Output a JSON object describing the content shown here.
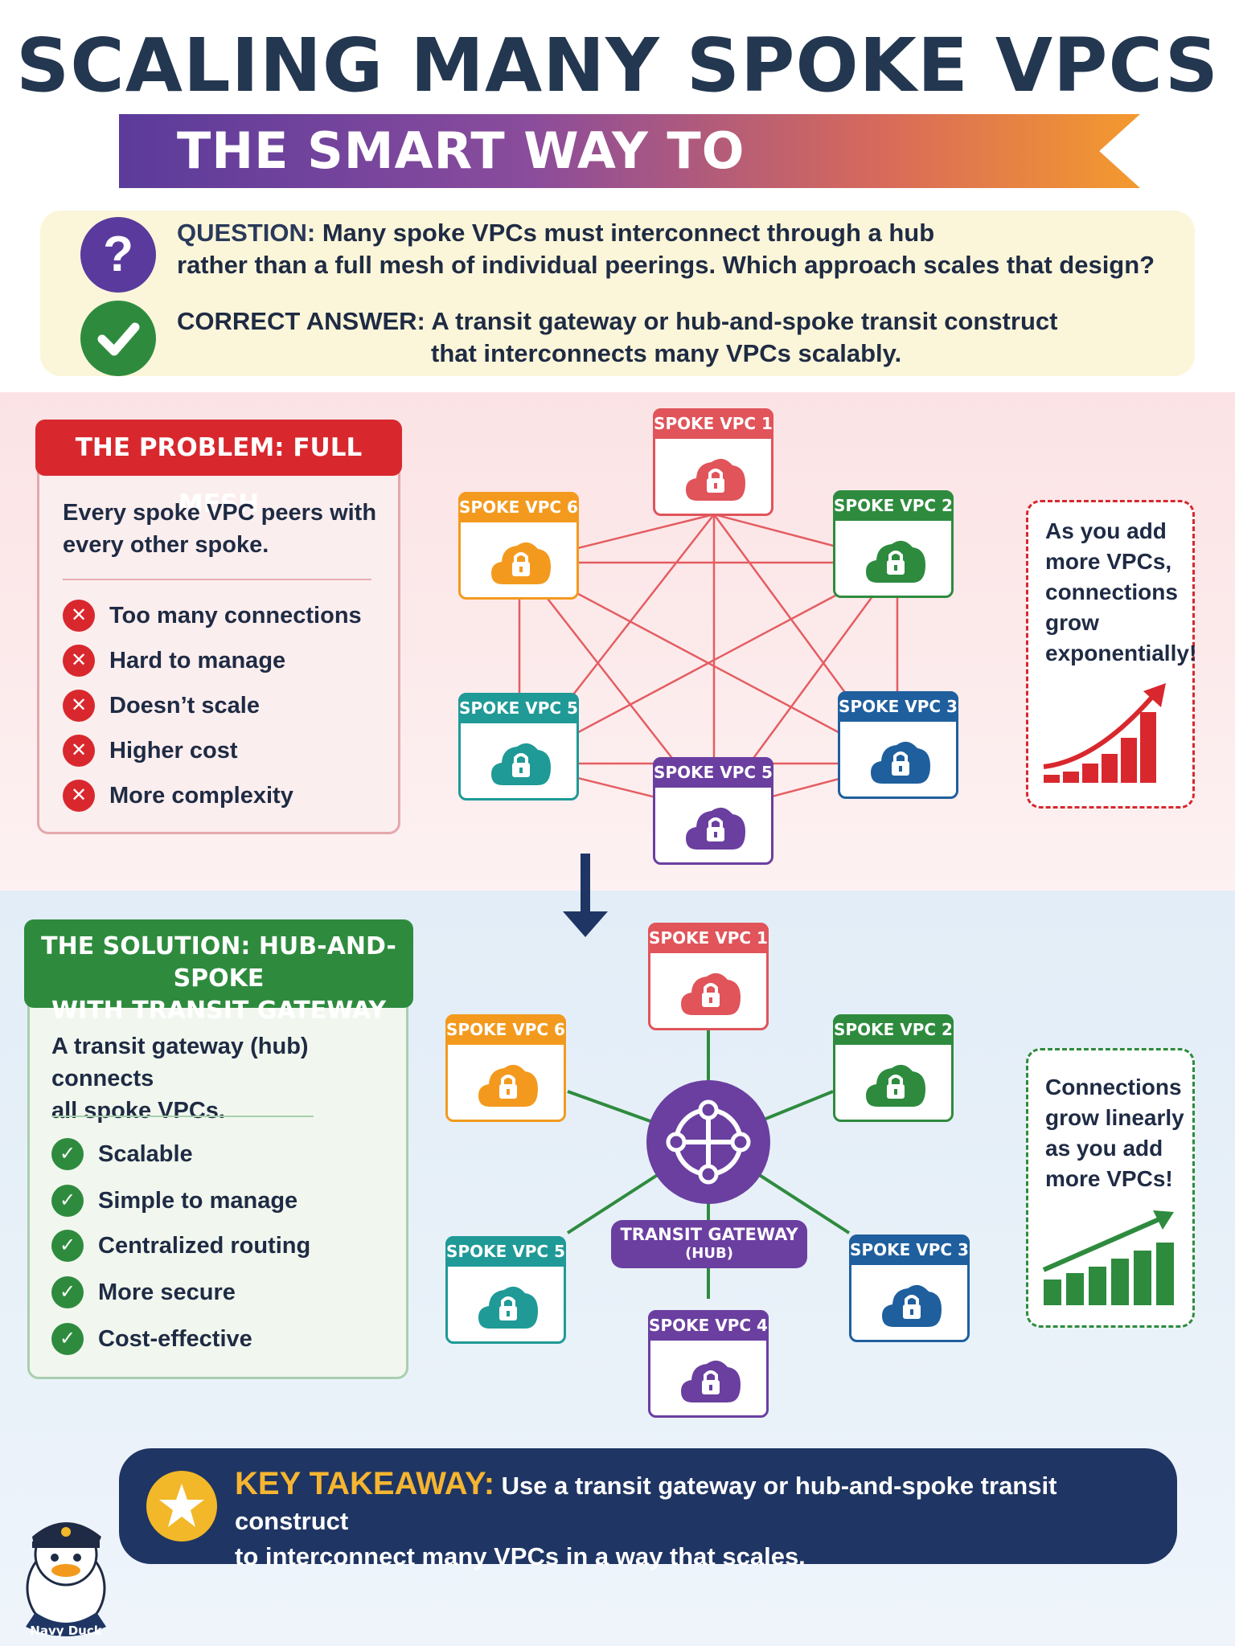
{
  "header": {
    "title": "SCALING MANY SPOKE VPCS",
    "subtitle": "THE SMART WAY TO INTERCONNECT"
  },
  "question": {
    "label": "QUESTION:",
    "line1": "Many spoke VPCs must interconnect through a hub",
    "line2": "rather than a full mesh of individual peerings. Which approach scales that design?",
    "icon": "question-mark-icon"
  },
  "answer": {
    "label": "CORRECT ANSWER:",
    "line1": "A transit gateway or hub-and-spoke transit construct",
    "line2": "that interconnects many VPCs scalably.",
    "icon": "checkmark-icon"
  },
  "problem": {
    "tag": "THE PROBLEM: FULL MESH",
    "intro_line1": "Every spoke VPC peers with",
    "intro_line2": "every other spoke.",
    "items": [
      "Too many connections",
      "Hard to manage",
      "Doesn’t scale",
      "Higher cost",
      "More complexity"
    ],
    "note": [
      "As you add",
      "more VPCs,",
      "connections",
      "grow",
      "exponentially!"
    ],
    "vpcs": [
      "SPOKE VPC 1",
      "SPOKE VPC 2",
      "SPOKE VPC 3",
      "SPOKE VPC 5",
      "SPOKE VPC 5",
      "SPOKE VPC 6"
    ]
  },
  "solution": {
    "tag_line1": "THE SOLUTION: HUB-AND-SPOKE",
    "tag_line2": "WITH TRANSIT GATEWAY",
    "intro_line1": "A transit gateway (hub) connects",
    "intro_line2": "all spoke VPCs.",
    "items": [
      "Scalable",
      "Simple to manage",
      "Centralized routing",
      "More secure",
      "Cost-effective"
    ],
    "note": [
      "Connections",
      "grow linearly",
      "as you add",
      "more VPCs!"
    ],
    "hub_line1": "TRANSIT GATEWAY",
    "hub_line2": "(HUB)",
    "vpcs": [
      "SPOKE VPC 1",
      "SPOKE VPC 2",
      "SPOKE VPC 3",
      "SPOKE VPC 4",
      "SPOKE VPC 5",
      "SPOKE VPC 6"
    ]
  },
  "takeaway": {
    "label": "KEY TAKEAWAY:",
    "line1": "Use a transit gateway or hub-and-spoke transit construct",
    "line2": "to interconnect many VPCs in  a way that scales.",
    "icon": "star-icon"
  },
  "mascot": {
    "name": "Navy Duck"
  },
  "colors": {
    "red": "#d8282e",
    "green": "#2e8b3e",
    "purple": "#6a3fa0",
    "orange": "#f39a1e",
    "teal": "#1f9a97",
    "blue": "#1f5f9e",
    "vpc1": "#e0545a",
    "navy": "#1f3563",
    "gold": "#f2b829"
  }
}
